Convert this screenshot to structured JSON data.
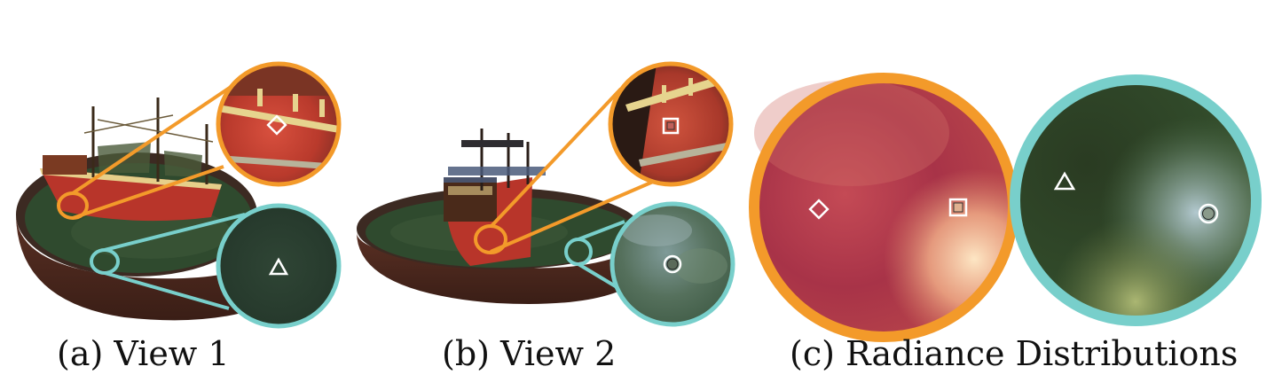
{
  "figure": {
    "panels": [
      {
        "caption": "(a) View 1"
      },
      {
        "caption": "(b) View 2"
      },
      {
        "caption": "(c) Radiance Distributions"
      }
    ],
    "colors": {
      "highlight_orange": "#F39A2A",
      "highlight_teal": "#78CFCB",
      "ship_hull": "#C0392B",
      "water": "#2F4A2E",
      "base": "#4A2A20"
    },
    "markers": [
      "diamond",
      "square",
      "triangle",
      "circle"
    ]
  }
}
